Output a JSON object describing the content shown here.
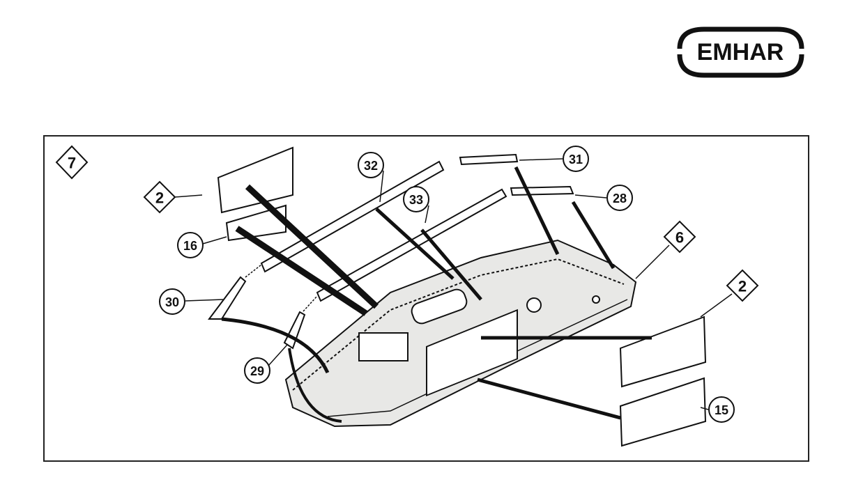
{
  "logo": {
    "text": "EMHAR"
  },
  "step": {
    "number": "7"
  },
  "callouts": {
    "sub_assembly_2_top": "2",
    "part_16": "16",
    "part_30": "30",
    "part_29": "29",
    "part_32": "32",
    "part_33": "33",
    "part_31": "31",
    "part_28": "28",
    "sub_assembly_6": "6",
    "sub_assembly_2_right": "2",
    "part_15": "15"
  },
  "colors": {
    "ink": "#111111",
    "paper": "#ffffff",
    "tank_fill": "#e8e8e6"
  }
}
